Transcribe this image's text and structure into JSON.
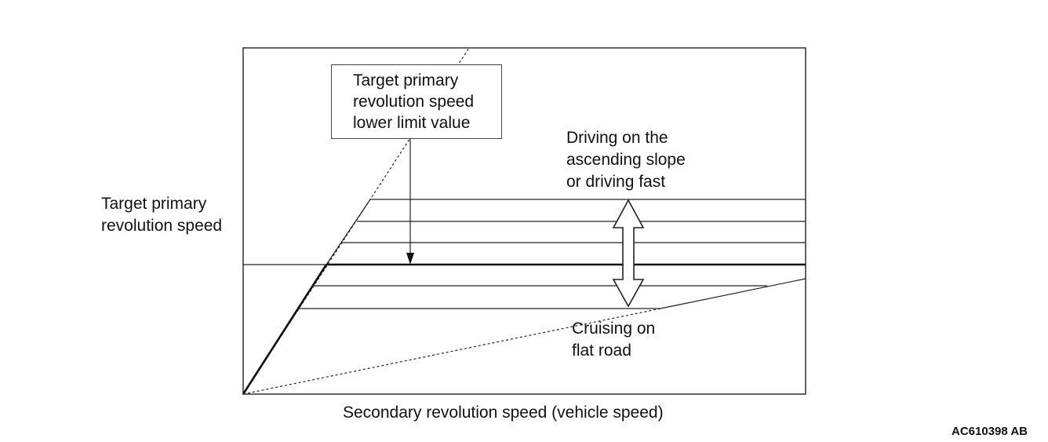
{
  "diagram": {
    "y_axis_label": [
      "Target primary",
      "revolution speed"
    ],
    "x_axis_label": "Secondary revolution speed (vehicle speed)",
    "callout_label": [
      "Target primary",
      "revolution speed",
      "lower limit value"
    ],
    "upper_label": [
      "Driving on the",
      "ascending slope",
      "or driving fast"
    ],
    "lower_label": [
      "Cruising on",
      "flat road"
    ],
    "figure_code": "AC610398 AB"
  }
}
